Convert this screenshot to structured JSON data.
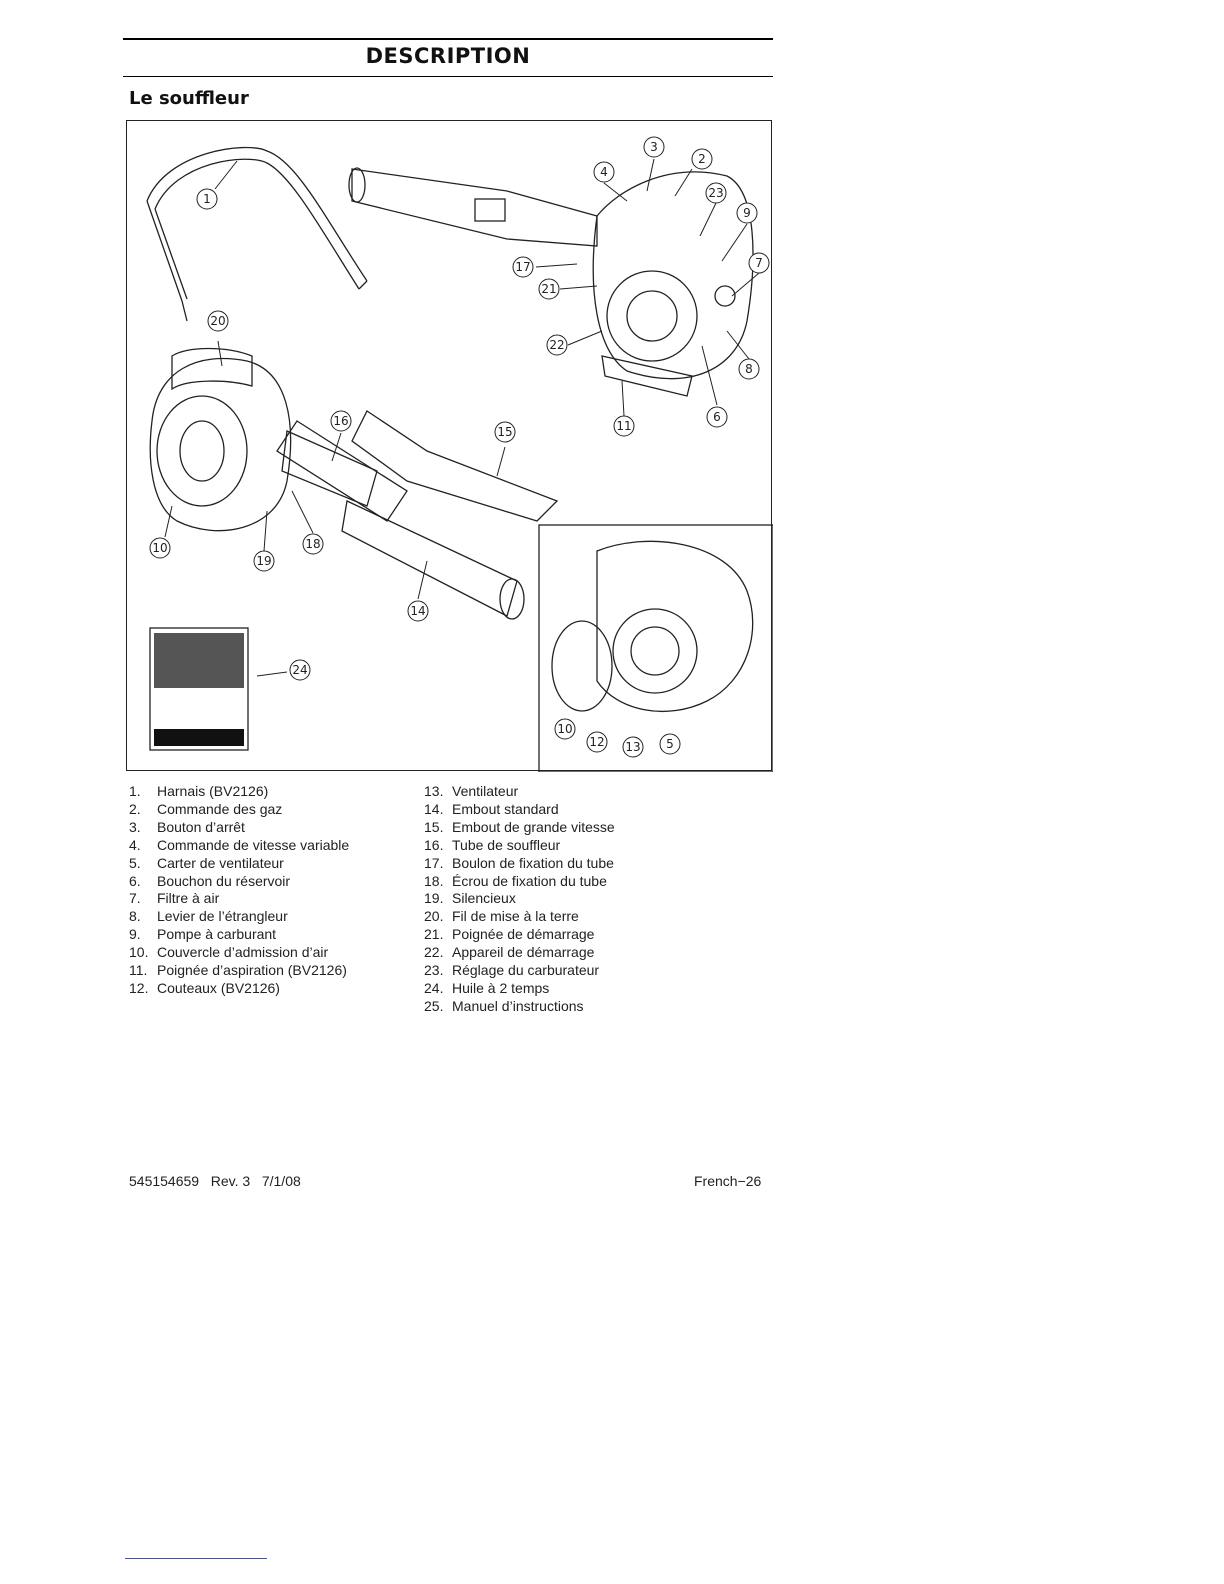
{
  "header": {
    "title": "DESCRIPTION"
  },
  "section": {
    "subtitle": "Le souffleur"
  },
  "figure": {
    "callouts": [
      "1",
      "2",
      "3",
      "4",
      "5",
      "6",
      "7",
      "8",
      "9",
      "10",
      "11",
      "12",
      "13",
      "14",
      "15",
      "16",
      "17",
      "18",
      "19",
      "20",
      "21",
      "22",
      "23",
      "24"
    ]
  },
  "parts_left": [
    {
      "num": "1.",
      "label": "Harnais (BV2126)"
    },
    {
      "num": "2.",
      "label": "Commande des gaz"
    },
    {
      "num": "3.",
      "label": "Bouton d’arrêt"
    },
    {
      "num": "4.",
      "label": "Commande de vitesse variable"
    },
    {
      "num": "5.",
      "label": "Carter de ventilateur"
    },
    {
      "num": "6.",
      "label": "Bouchon du réservoir"
    },
    {
      "num": "7.",
      "label": "Filtre à air"
    },
    {
      "num": "8.",
      "label": "Levier de l’étrangleur"
    },
    {
      "num": "9.",
      "label": "Pompe à carburant"
    },
    {
      "num": "10.",
      "label": "Couvercle d’admission d’air"
    },
    {
      "num": "11.",
      "label": "Poignée d’aspiration (BV2126)"
    },
    {
      "num": "12.",
      "label": "Couteaux (BV2126)"
    }
  ],
  "parts_right": [
    {
      "num": "13.",
      "label": "Ventilateur"
    },
    {
      "num": "14.",
      "label": "Embout standard"
    },
    {
      "num": "15.",
      "label": "Embout de grande vitesse"
    },
    {
      "num": "16.",
      "label": "Tube de souffleur"
    },
    {
      "num": "17.",
      "label": "Boulon de fixation du tube"
    },
    {
      "num": "18.",
      "label": "Écrou de fixation du tube"
    },
    {
      "num": "19.",
      "label": "Silencieux"
    },
    {
      "num": "20.",
      "label": "Fil de mise à la terre"
    },
    {
      "num": "21.",
      "label": "Poignée de démarrage"
    },
    {
      "num": "22.",
      "label": "Appareil de démarrage"
    },
    {
      "num": "23.",
      "label": "Réglage du carburateur"
    },
    {
      "num": "24.",
      "label": "Huile à 2 temps"
    },
    {
      "num": "25.",
      "label": "Manuel d’instructions"
    }
  ],
  "footer": {
    "doc_number": "545154659   Rev. 3   7/1/08",
    "page_label": "French−26"
  }
}
